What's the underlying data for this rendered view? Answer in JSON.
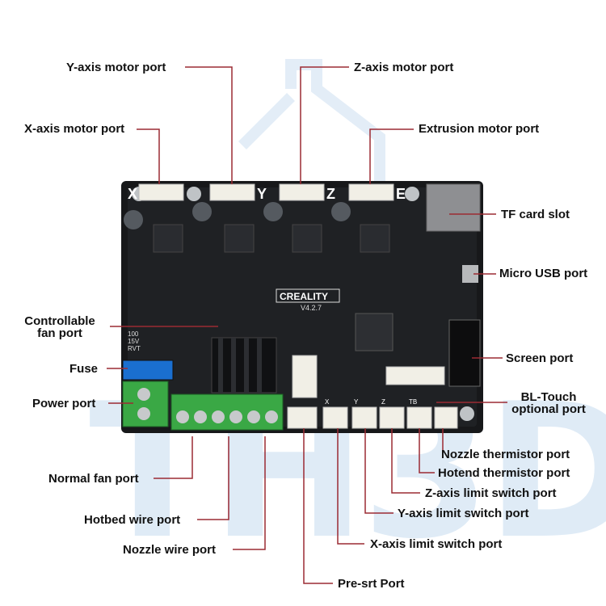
{
  "watermark": {
    "text": "TH3D",
    "color": "#dce9f6"
  },
  "board": {
    "brand": "CREALITY",
    "version": "V4.2.7",
    "fuse_text": [
      "100",
      "15V",
      "RVT"
    ],
    "axis_letters": [
      "X",
      "Y",
      "Z",
      "E"
    ],
    "limit_labels": [
      "X",
      "Y",
      "Z",
      "TB"
    ]
  },
  "labels": {
    "y_motor": "Y-axis motor port",
    "z_motor": "Z-axis motor port",
    "x_motor": "X-axis motor port",
    "e_motor": "Extrusion motor port",
    "tf_card": "TF card slot",
    "usb": "Micro USB port",
    "fan_ctrl_1": "Controllable",
    "fan_ctrl_2": "fan port",
    "fuse": "Fuse",
    "screen": "Screen port",
    "power": "Power port",
    "bltouch_1": "BL-Touch",
    "bltouch_2": "optional port",
    "nozzle_therm": "Nozzle thermistor port",
    "hotend_therm": "Hotend thermistor port",
    "normal_fan": "Normal fan port",
    "z_limit": "Z-axis limit switch port",
    "y_limit": "Y-axis limit switch port",
    "hotbed": "Hotbed wire port",
    "x_limit": "X-axis limit switch port",
    "nozzle_wire": "Nozzle wire port",
    "presrt": "Pre-srt Port"
  },
  "colors": {
    "leader": "#9c2b33",
    "board": "#17181a",
    "terminal": "#3aa845"
  }
}
